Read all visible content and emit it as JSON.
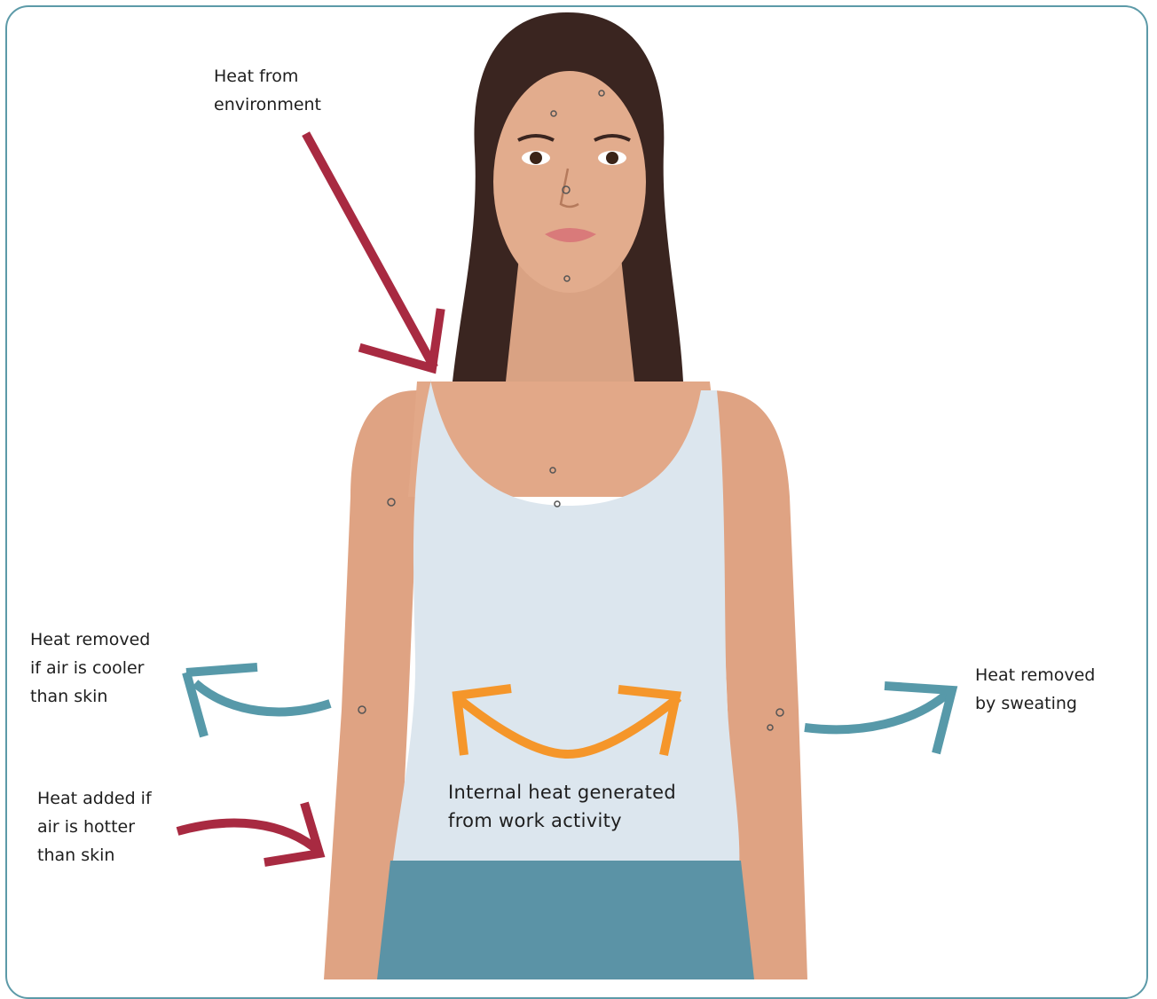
{
  "labels": {
    "heat_from_environment": "Heat from\nenvironment",
    "heat_removed_cool_air": "Heat removed\nif air is cooler\nthan skin",
    "heat_added_hot_air": "Heat added if\nair is hotter\nthan skin",
    "heat_removed_sweating": "Heat removed\nby sweating",
    "internal_heat": "Internal heat generated\nfrom work activity"
  },
  "colors": {
    "heat_in": "#a82a41",
    "heat_out": "#5799a9",
    "internal": "#f5962a",
    "frame": "#5c9aa8",
    "skin": "#e2a888",
    "hair": "#3a2520",
    "tank_top": "#dce6ee",
    "jeans": "#5b93a6"
  },
  "icons": {
    "environment_arrow": "arrow-down-right-icon",
    "cool_air_arrow": "curved-arrow-left-icon",
    "hot_air_arrow": "curved-arrow-right-icon",
    "sweat_arrow": "curved-arrow-right-up-icon",
    "internal_arrows": "double-curved-arrow-icon"
  }
}
